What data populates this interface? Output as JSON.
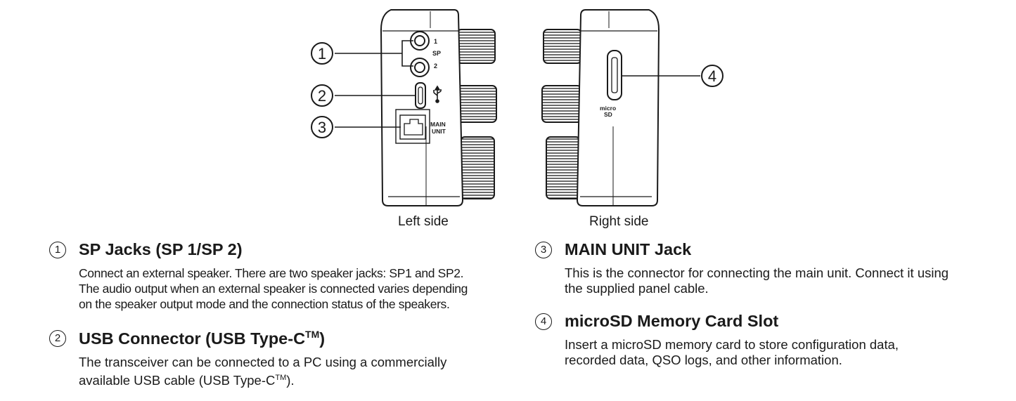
{
  "diagram": {
    "left_caption": "Left side",
    "right_caption": "Right side",
    "callouts": [
      "1",
      "2",
      "3",
      "4"
    ],
    "panel_labels": {
      "sp_1": "1",
      "sp": "SP",
      "sp_2": "2",
      "main_1": "MAIN",
      "main_2": "UNIT",
      "micro": "micro",
      "sd": "SD"
    },
    "icons": [
      "usb-icon",
      "circled-number-icon"
    ]
  },
  "items": [
    {
      "number": "1",
      "title": "SP Jacks (SP 1/SP 2)",
      "body": [
        "Connect an external speaker. There are two speaker jacks: SP1 and SP2.",
        "The audio output when an external speaker is connected varies depending",
        "on the speaker output mode and the connection status of the speakers."
      ]
    },
    {
      "number": "2",
      "title": "USB Connector (USB Type-C",
      "title_sup": "TM",
      "title_end": ")",
      "body_line1": "The transceiver can be connected to a PC using a commercially",
      "body_line2": "available USB cable (USB Type-C",
      "body_sup": "TM",
      "body_end": ")."
    },
    {
      "number": "3",
      "title": "MAIN UNIT Jack",
      "body": [
        "This is the connector for connecting the main unit. Connect it using",
        "the supplied panel cable."
      ]
    },
    {
      "number": "4",
      "title": "microSD Memory Card Slot",
      "body": [
        "Insert a microSD memory card to store configuration data,",
        "recorded data, QSO logs, and other information."
      ]
    }
  ]
}
